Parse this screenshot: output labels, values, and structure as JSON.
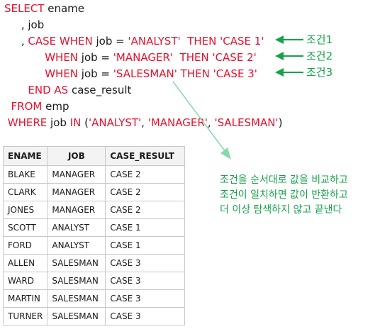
{
  "sql": [
    [
      {
        "t": "SELECT",
        "k": "kw"
      },
      {
        "t": " ename",
        "k": "plain"
      }
    ],
    [
      {
        "t": "     , job",
        "k": "plain"
      }
    ],
    [
      {
        "t": "     , ",
        "k": "plain"
      },
      {
        "t": "CASE",
        "k": "kw"
      },
      {
        "t": " ",
        "k": "plain"
      },
      {
        "t": "WHEN",
        "k": "kw"
      },
      {
        "t": " job = ",
        "k": "plain"
      },
      {
        "t": "'ANALYST'",
        "k": "str"
      },
      {
        "t": "  ",
        "k": "plain"
      },
      {
        "t": "THEN",
        "k": "kw"
      },
      {
        "t": " ",
        "k": "plain"
      },
      {
        "t": "'CASE 1'",
        "k": "str"
      }
    ],
    [
      {
        "t": "            ",
        "k": "plain"
      },
      {
        "t": "WHEN",
        "k": "kw"
      },
      {
        "t": " job = ",
        "k": "plain"
      },
      {
        "t": "'MANAGER'",
        "k": "str"
      },
      {
        "t": "  ",
        "k": "plain"
      },
      {
        "t": "THEN",
        "k": "kw"
      },
      {
        "t": " ",
        "k": "plain"
      },
      {
        "t": "'CASE 2'",
        "k": "str"
      }
    ],
    [
      {
        "t": "            ",
        "k": "plain"
      },
      {
        "t": "WHEN",
        "k": "kw"
      },
      {
        "t": " job = ",
        "k": "plain"
      },
      {
        "t": "'SALESMAN'",
        "k": "str"
      },
      {
        "t": " ",
        "k": "plain"
      },
      {
        "t": "THEN",
        "k": "kw"
      },
      {
        "t": " ",
        "k": "plain"
      },
      {
        "t": "'CASE 3'",
        "k": "str"
      }
    ],
    [
      {
        "t": "       ",
        "k": "plain"
      },
      {
        "t": "END AS",
        "k": "kw"
      },
      {
        "t": " case_result",
        "k": "plain"
      }
    ],
    [
      {
        "t": "  ",
        "k": "plain"
      },
      {
        "t": "FROM",
        "k": "kw"
      },
      {
        "t": " emp",
        "k": "plain"
      }
    ],
    [
      {
        "t": " ",
        "k": "plain"
      },
      {
        "t": "WHERE",
        "k": "kw"
      },
      {
        "t": " job ",
        "k": "plain"
      },
      {
        "t": "IN",
        "k": "kw"
      },
      {
        "t": " (",
        "k": "plain"
      },
      {
        "t": "'ANALYST'",
        "k": "str"
      },
      {
        "t": ", ",
        "k": "plain"
      },
      {
        "t": "'MANAGER'",
        "k": "str"
      },
      {
        "t": ", ",
        "k": "plain"
      },
      {
        "t": "'SALESMAN'",
        "k": "str"
      },
      {
        "t": ")",
        "k": "plain"
      }
    ]
  ],
  "conditions": [
    "조건1",
    "조건2",
    "조건3"
  ],
  "note_lines": [
    "조건을 순서대로 값을 비교하고",
    "조건이 일치하면 값이 반환하고",
    "더 이상 탐색하지 않고 끝낸다"
  ],
  "table": {
    "headers": [
      "ENAME",
      "JOB",
      "CASE_RESULT"
    ],
    "rows": [
      [
        "BLAKE",
        "MANAGER",
        "CASE 2"
      ],
      [
        "CLARK",
        "MANAGER",
        "CASE 2"
      ],
      [
        "JONES",
        "MANAGER",
        "CASE 2"
      ],
      [
        "SCOTT",
        "ANALYST",
        "CASE 1"
      ],
      [
        "FORD",
        "ANALYST",
        "CASE 1"
      ],
      [
        "ALLEN",
        "SALESMAN",
        "CASE 3"
      ],
      [
        "WARD",
        "SALESMAN",
        "CASE 3"
      ],
      [
        "MARTIN",
        "SALESMAN",
        "CASE 3"
      ],
      [
        "TURNER",
        "SALESMAN",
        "CASE 3"
      ]
    ]
  },
  "colors": {
    "keyword": "#e8112d",
    "annotation": "#16a34a",
    "pointer_line": "#86d9a8"
  }
}
